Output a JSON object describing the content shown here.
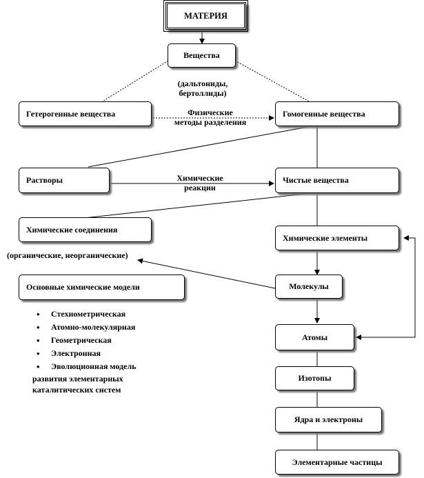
{
  "nodes": {
    "root": "МАТЕРИЯ",
    "substances": "Вещества",
    "heterogeneous": "Гетерогенные вещества",
    "homogeneous": "Гомогенные вещества",
    "solutions": "Растворы",
    "pure": "Чистые вещества",
    "compounds": "Химические соединения",
    "elements": "Химические элементы",
    "models": "Основные химические модели",
    "molecules": "Молекулы",
    "atoms": "Атомы",
    "isotopes": "Изотопы",
    "nuclei": "Ядра и электроны",
    "particles": "Элементарные частицы"
  },
  "labels": {
    "daltonides_1": "(дальтониды,",
    "daltonides_2": "бертоллиды)",
    "physical_1": "Физические",
    "physical_2": "методы разделения",
    "chemical_1": "Химические",
    "chemical_2": "реакции",
    "organic": "(органические,  неорганические)"
  },
  "models_list": [
    "Стехиометрическая",
    "Атомно-молекулярная",
    "Геометрическая",
    "Электронная",
    "Эволюционная модель"
  ],
  "models_tail": [
    "развития элементарных",
    "каталитических  систем"
  ]
}
